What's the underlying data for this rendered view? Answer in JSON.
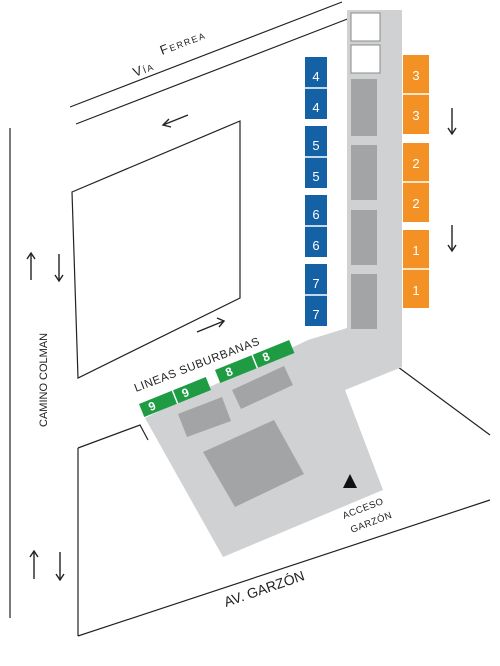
{
  "colors": {
    "platform": "#d0d1d3",
    "building": "#a3a4a6",
    "blue_bay": "#1561a6",
    "orange_bay": "#f39125",
    "green_bay": "#1f9b43",
    "line": "#222222"
  },
  "labels": {
    "ferrea_word": "Ferrea",
    "via_word": "Vía",
    "camino_colman": "CAMINO COLMAN",
    "lineas_suburbanas": "LINEAS SUBURBANAS",
    "av_garzon": "AV. GARZÓN",
    "acceso_line1": "ACCESO",
    "acceso_line2": "GARZÓN"
  },
  "bays": {
    "blue": [
      "4",
      "4",
      "5",
      "5",
      "6",
      "6",
      "7",
      "7"
    ],
    "orange": [
      "3",
      "3",
      "2",
      "2",
      "1",
      "1"
    ],
    "green": [
      "9",
      "9",
      "8",
      "8"
    ]
  },
  "icons": {
    "direction_arrows": "arrow-icon",
    "access_marker": "triangle-icon"
  }
}
